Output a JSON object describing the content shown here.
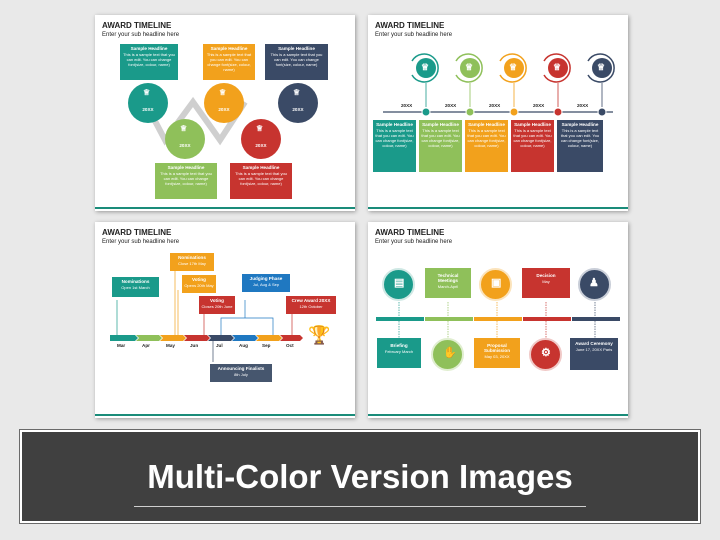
{
  "colors": {
    "teal": "#1a9a8a",
    "orange": "#f2a11c",
    "navy": "#3a4a66",
    "green": "#8fc05a",
    "red": "#c7342f",
    "blue": "#1f78c1",
    "darkslate": "#46566e",
    "page_bg": "#e9e9e9",
    "banner_bg": "#404040"
  },
  "slides": {
    "s1": {
      "title": "AWARD TIMELINE",
      "subtitle": "Enter your sub headline here",
      "cards": [
        {
          "heading": "Sample Headline",
          "text": "This is a sample text that you can edit. You can change font(size, colour, name)"
        },
        {
          "heading": "Sample Headline",
          "text": "This is a sample text that you can edit. You can change font(size, colour, name)"
        },
        {
          "heading": "Sample Headline",
          "text": "This is a sample text that you can edit. You can change font(size, colour, name)"
        },
        {
          "heading": "Sample Headline",
          "text": "This is a sample text that you can edit. You can change font(size, colour, name)"
        },
        {
          "heading": "Sample Headline",
          "text": "This is a sample text that you can edit. You can change font(size, colour, name)"
        }
      ],
      "years": [
        "20XX",
        "20XX",
        "20XX",
        "20XX",
        "20XX"
      ],
      "icon": "trophy-icon"
    },
    "s2": {
      "title": "AWARD TIMELINE",
      "subtitle": "Enter your sub headline here",
      "years": [
        "20XX",
        "20XX",
        "20XX",
        "20XX",
        "20XX"
      ],
      "cards": [
        {
          "heading": "Sample Headline",
          "text": "This is a sample text that you can edit. You can change font(size, colour, name)"
        },
        {
          "heading": "Sample Headline",
          "text": "This is a sample text that you can edit. You can change font(size, colour, name)"
        },
        {
          "heading": "Sample Headline",
          "text": "This is a sample text that you can edit. You can change font(size, colour, name)"
        },
        {
          "heading": "Sample Headline",
          "text": "This is a sample text that you can edit. You can change font(size, colour, name)"
        },
        {
          "heading": "Sample Headline",
          "text": "This is a sample text that you can edit. You can change font(size, colour, name)"
        }
      ],
      "icon": "trophy-icon"
    },
    "s3": {
      "title": "AWARD TIMELINE",
      "subtitle": "Enter your sub headline here",
      "months": [
        "Mar",
        "Apr",
        "May",
        "Jun",
        "Jul",
        "Aug",
        "Sep",
        "Oct"
      ],
      "events": [
        {
          "title": "Nominations",
          "detail": "Open 1st March"
        },
        {
          "title": "Nominations",
          "detail": "Close 17th May"
        },
        {
          "title": "Voting",
          "detail": "Opens 20th May"
        },
        {
          "title": "Voting",
          "detail": "Closes 20th June"
        },
        {
          "title": "Judging Phase",
          "detail": "Jul, Aug & Sep"
        },
        {
          "title": "Crew Award 20XX",
          "detail": "12th October"
        },
        {
          "title": "Announcing Finalists",
          "detail": "8th July"
        }
      ],
      "icon": "trophy-icon"
    },
    "s4": {
      "title": "AWARD TIMELINE",
      "subtitle": "Enter your sub headline here",
      "top": [
        {
          "title": "Technical Meetings",
          "detail": "March-April"
        },
        {
          "title": "Decision",
          "detail": "May"
        }
      ],
      "bottom": [
        {
          "title": "Briefing",
          "detail": "February March"
        },
        {
          "title": "Proposal Submission",
          "detail": "May 03, 20XX"
        },
        {
          "title": "Award Ceremony",
          "detail": "June 17, 20XX Paris"
        }
      ],
      "icons": [
        "document-icon",
        "people-icon",
        "certificate-icon",
        "handshake-icon",
        "gear-icon"
      ]
    }
  },
  "banner": {
    "title": "Multi-Color Version Images"
  }
}
